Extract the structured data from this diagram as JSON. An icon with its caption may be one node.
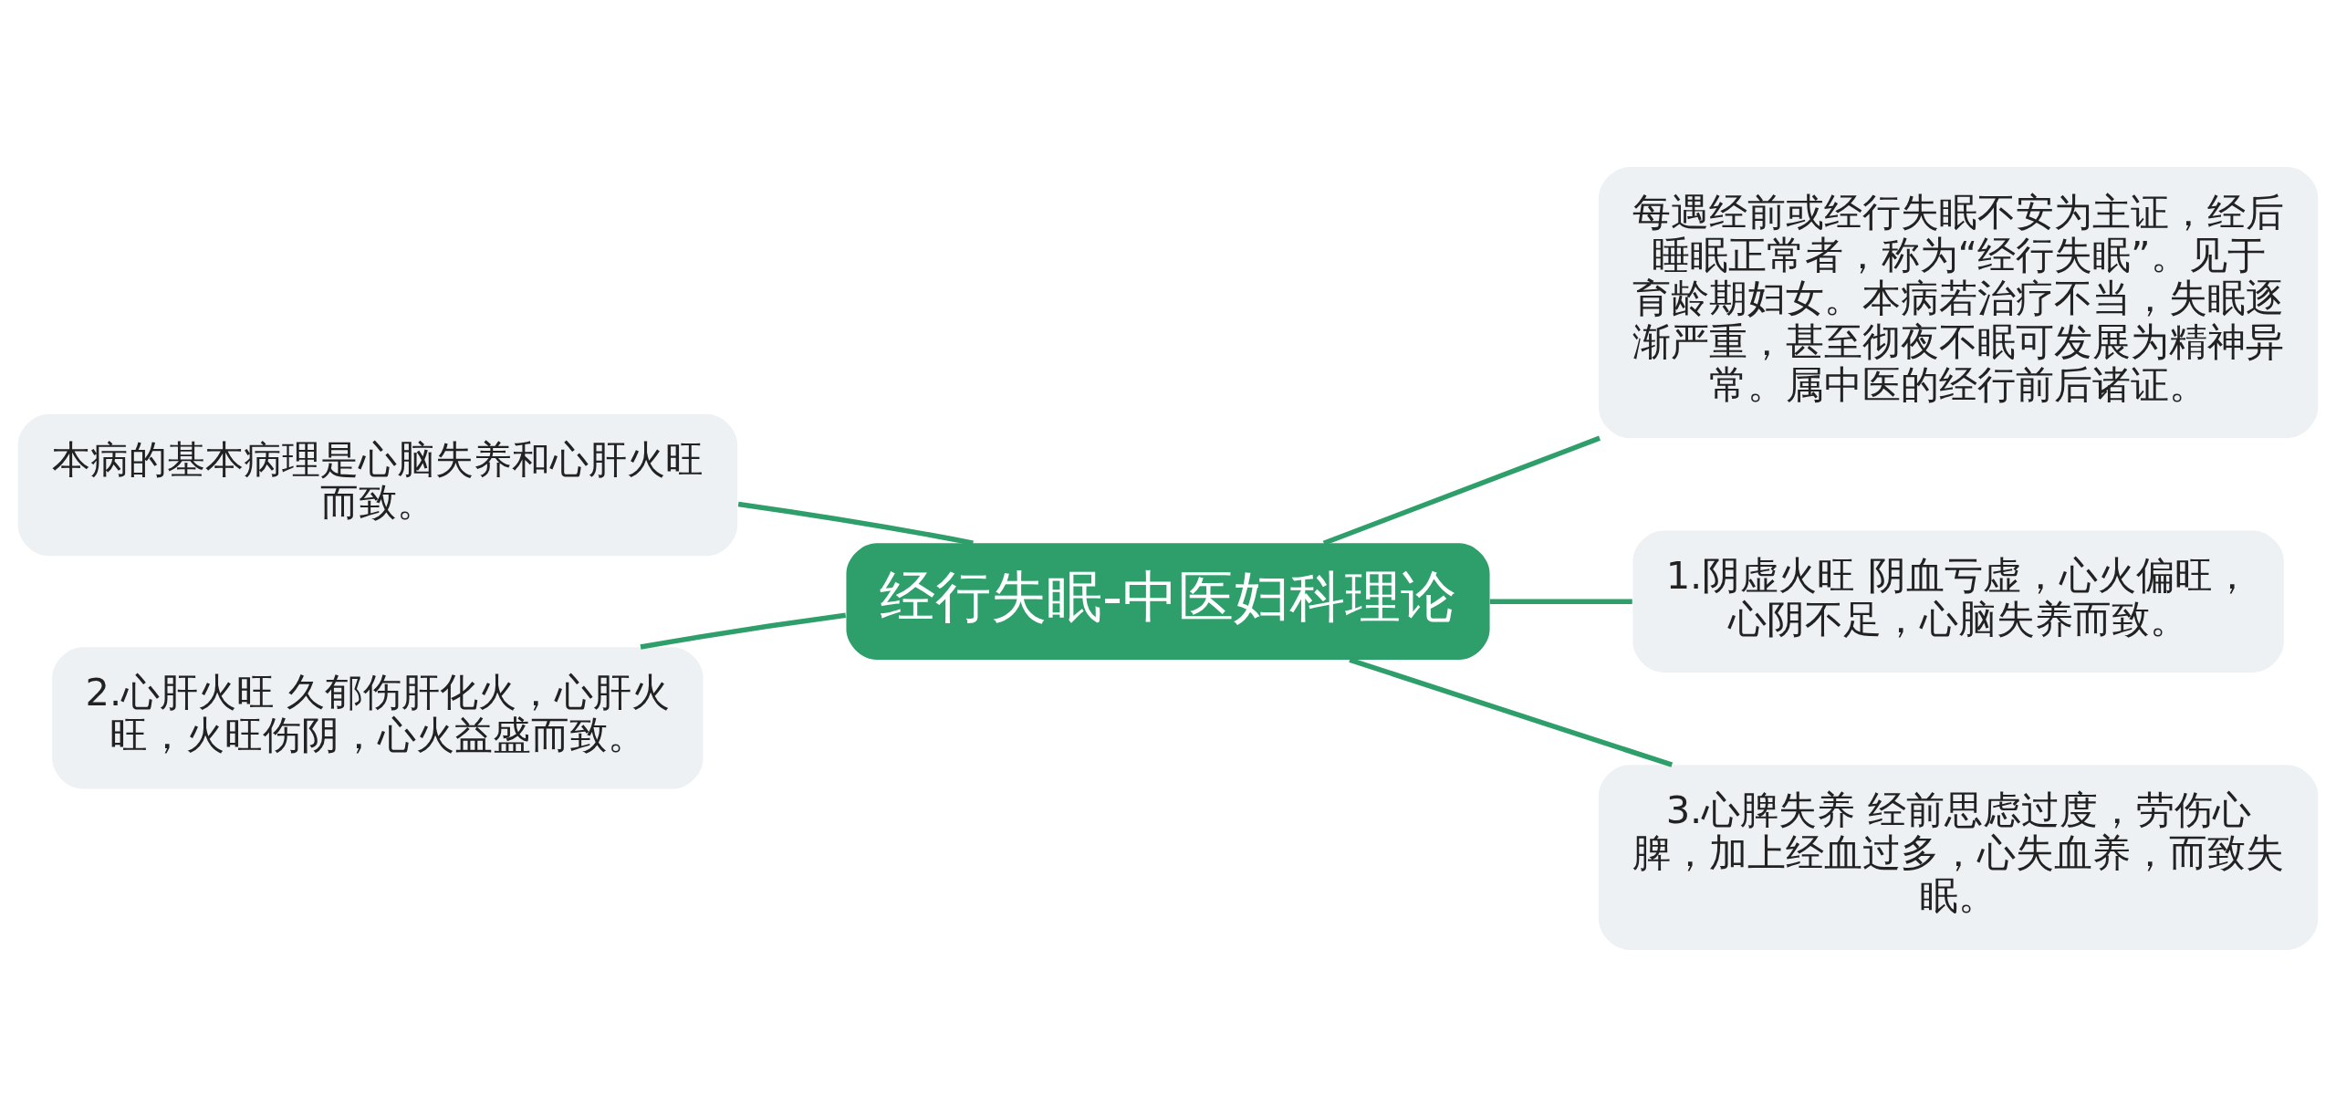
{
  "diagram": {
    "nodes": [
      {
        "text": [
          "经行失眠-中医妇科理论"
        ]
      },
      {
        "text": [
          "本病的基本病理是心脑失养和心肝火旺而致。"
        ]
      },
      {
        "text": [
          "2.心肝火旺 久郁伤肝化火，心肝火旺，火旺伤阴，心火益盛而致。"
        ]
      },
      {
        "text": [
          "每遇经前或经行失眠不安为主证，经后睡眠正常者，称为“经行失眠”。见于育龄期妇女。本病若治疗不当，失眠逐渐严重，甚至彻夜不眠可发展为精神异常。属中医的经行前后诸证。"
        ]
      },
      {
        "text": [
          "1.阴虚火旺 阴血亏虚，心火偏旺，心阴不足，心脑失养而致。"
        ]
      },
      {
        "text": [
          "3.心脾失养 经前思虑过度，劳伤心脾，加上经血过多，心失血养，而致失眠。"
        ]
      }
    ],
    "edges": [
      {
        "from": 0,
        "to": 1,
        "arrow": "none"
      },
      {
        "from": 0,
        "to": 2,
        "arrow": "none"
      },
      {
        "from": 0,
        "to": 3,
        "arrow": "none"
      },
      {
        "from": 0,
        "to": 4,
        "arrow": "none"
      },
      {
        "from": 0,
        "to": 5,
        "arrow": "none"
      }
    ]
  }
}
